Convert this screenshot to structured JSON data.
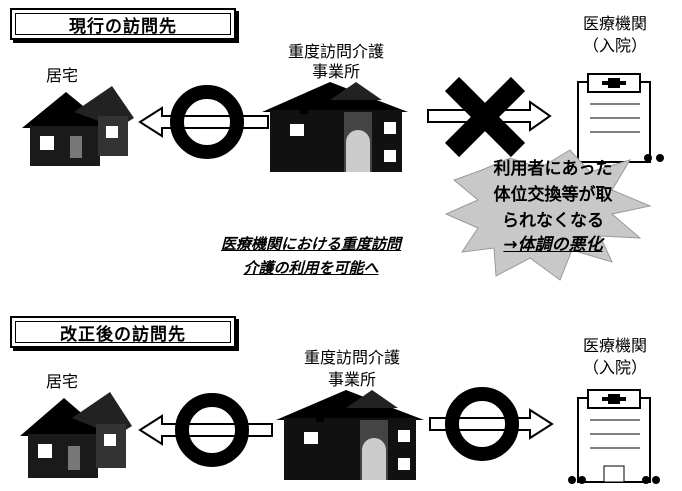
{
  "top": {
    "title": "現行の訪問先",
    "home_label": "居宅",
    "office_label_line1": "重度訪問介護",
    "office_label_line2": "事業所",
    "hospital_label_line1": "医療機関",
    "hospital_label_line2": "（入院）",
    "burst_lines": [
      "利用者にあった",
      "体位交換等が取",
      "られなくなる",
      "→体調の悪化"
    ],
    "caption_line1": "医療機関における重度訪問",
    "caption_line2": "介護の利用を可能へ"
  },
  "bottom": {
    "title": "改正後の訪問先",
    "home_label": "居宅",
    "office_label_line1": "重度訪問介護",
    "office_label_line2": "事業所",
    "hospital_label_line1": "医療機関",
    "hospital_label_line2": "（入院）"
  },
  "colors": {
    "ink": "#000000",
    "burst": "#c8c8c8",
    "paper": "#ffffff"
  }
}
